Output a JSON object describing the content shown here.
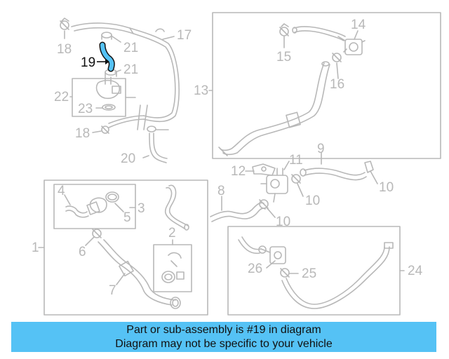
{
  "labels": {
    "n1": "1",
    "n2": "2",
    "n3": "3",
    "n4": "4",
    "n5": "5",
    "n6": "6",
    "n7": "7",
    "n8": "8",
    "n9": "9",
    "n10a": "10",
    "n10b": "10",
    "n10c": "10",
    "n11": "11",
    "n12": "12",
    "n13": "13",
    "n14": "14",
    "n15": "15",
    "n16": "16",
    "n17": "17",
    "n18a": "18",
    "n18b": "18",
    "n19": "19",
    "n20": "20",
    "n21a": "21",
    "n21b": "21",
    "n22": "22",
    "n23": "23",
    "n24": "24",
    "n25": "25",
    "n26": "26"
  },
  "highlight": {
    "part": "19",
    "color": "#55c2f5"
  },
  "line_color": "#b8b8b8",
  "banner": {
    "line1": "Part or sub-assembly is #19 in diagram",
    "line2": "Diagram may not be specific to your vehicle",
    "color": "#55c2f5"
  }
}
